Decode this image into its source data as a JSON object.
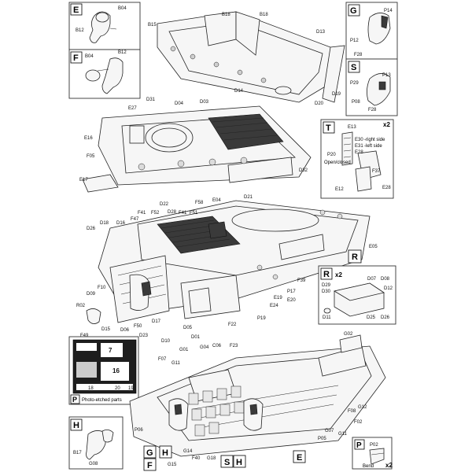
{
  "sections": {
    "E": "E",
    "F": "F",
    "G": "G",
    "S": "S",
    "T": "T",
    "R": "R",
    "P": "P",
    "H": "H",
    "R2": "R"
  },
  "bottom_markers": [
    "G",
    "F",
    "H",
    "S",
    "H",
    "E"
  ],
  "notes": {
    "x2_t": "x2",
    "x2_r": "x2",
    "x2_p": "x2",
    "right_side": "-right side",
    "left_side": "-left side",
    "open_closed": "Open/closed",
    "bend": "Bend",
    "photo_etched": "Photo-etched parts"
  },
  "pe_numbers": [
    "7",
    "16",
    "18",
    "20",
    "19"
  ],
  "labels": {
    "e_b04": "B04",
    "e_b12": "B12",
    "f_b04": "B04",
    "f_b12": "B12",
    "g_p14": "P14",
    "g_p12": "P12",
    "g_f28": "F28",
    "s_p13": "P13",
    "s_p29": "P29",
    "s_p08": "P08",
    "s_f28": "F28",
    "hull_b18a": "B18",
    "hull_b18b": "B18",
    "hull_b15": "B15",
    "hull_d13": "D13",
    "hull_d14": "D14",
    "hull_d19": "D19",
    "hull_d20": "D20",
    "deck_d31": "D31",
    "deck_d04": "D04",
    "deck_d03": "D03",
    "deck_e27": "E27",
    "deck_e16": "E16",
    "deck_f05": "F05",
    "deck_e17": "E17",
    "deck_d32": "D32",
    "t_e13": "E13",
    "t_e30": "E30",
    "t_e31": "E31",
    "t_e28a": "E28",
    "t_p20": "P20",
    "t_f37": "F37",
    "t_e12": "E12",
    "t_e28b": "E28",
    "m_d22": "D22",
    "m_d28": "D28",
    "m_f41a": "F41",
    "m_f52": "F52",
    "m_f41b": "F41",
    "m_f51": "F51",
    "m_f58": "F58",
    "m_e04": "E04",
    "m_d21": "D21",
    "m_f47": "F47",
    "m_d18": "D18",
    "m_d16": "D16",
    "m_d26": "D26",
    "m_e05": "E05",
    "m_f10": "F10",
    "m_d09": "D09",
    "m_r02": "R02",
    "m_d15": "D15",
    "m_d06": "D06",
    "m_f49": "F49",
    "m_f50": "F50",
    "m_d17": "D17",
    "m_d23": "D23",
    "m_d10": "D10",
    "m_d05": "D05",
    "m_d01": "D01",
    "m_f22": "F22",
    "m_p19": "P19",
    "m_e24": "E24",
    "m_e19": "E19",
    "m_e20": "E20",
    "m_p17": "P17",
    "m_f39": "F39",
    "r_d07": "D07",
    "r_d08": "D08",
    "r_d29": "D29",
    "r_d30": "D30",
    "r_d12": "D12",
    "r_d11": "D11",
    "r_d25": "D25",
    "r_d26": "D26",
    "b_g01": "G01",
    "b_g04": "G04",
    "b_c06": "C06",
    "b_f23": "F23",
    "b_g02": "G02",
    "b_f07": "F07",
    "b_g11a": "G11",
    "b_g12": "G12",
    "b_f08": "F08",
    "b_f02": "F02",
    "b_g07": "G07",
    "b_g11b": "G11",
    "b_p05": "P05",
    "b_p06": "P06",
    "b_g14": "G14",
    "b_g15": "G15",
    "b_f40": "F40",
    "b_g18": "G18",
    "h_b17": "B17",
    "h_g08": "G08",
    "p_p02": "P02"
  }
}
